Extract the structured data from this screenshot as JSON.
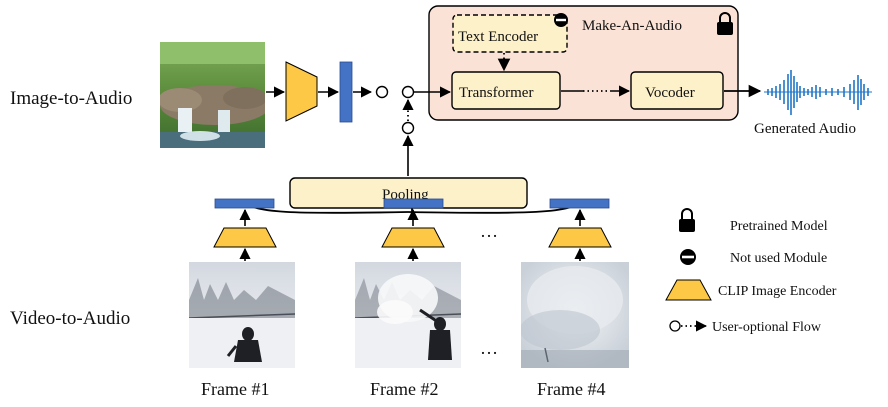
{
  "labels": {
    "image_to_audio": "Image-to-Audio",
    "video_to_audio": "Video-to-Audio",
    "make_an_audio": "Make-An-Audio",
    "text_encoder": "Text Encoder",
    "transformer": "Transformer",
    "vocoder": "Vocoder",
    "pooling": "Pooling",
    "generated_audio": "Generated Audio",
    "ellipsis": "…",
    "frames": [
      "Frame #1",
      "Frame #2",
      "Frame #4"
    ]
  },
  "legend": {
    "pretrained": "Pretrained Model",
    "not_used": "Not used Module",
    "clip": "CLIP Image Encoder",
    "optional_flow": "User-optional Flow"
  },
  "colors": {
    "block_fill": "#fdf1c9",
    "panel_fill": "#fbe2d6",
    "clip_yellow": "#fcc845",
    "embed_blue": "#4472c4",
    "wave_blue": "#1f77c6"
  }
}
